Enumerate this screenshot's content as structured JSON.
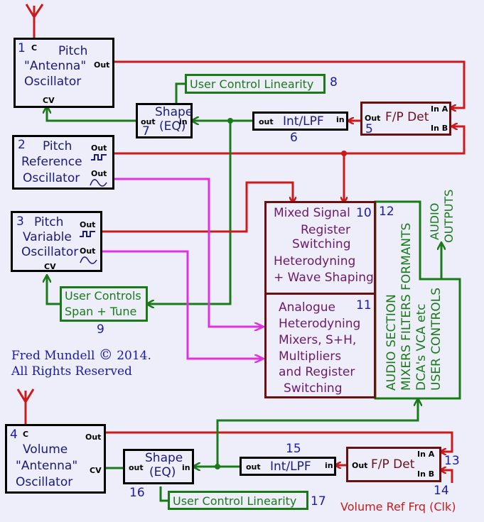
{
  "colors": {
    "background": "#eeeefb",
    "signal_red": "#cc1a1a",
    "control_green": "#1a7a1a",
    "analog_magenta": "#cc33cc",
    "block_maroon": "#6b0f0f",
    "label_navy": "#1a1a7a"
  },
  "blocks": {
    "pitch_antenna_osc": {
      "num": "1",
      "c": "C",
      "lines": [
        "Pitch",
        "\"Antenna\"",
        "Oscillator"
      ],
      "out": "Out",
      "cv": "CV"
    },
    "pitch_ref_osc": {
      "num": "2",
      "lines": [
        "Pitch",
        "Reference",
        "Oscillator"
      ],
      "out_square": "Out",
      "out_sine": "Out"
    },
    "pitch_var_osc": {
      "num": "3",
      "lines": [
        "Pitch",
        "Variable",
        "Oscillator"
      ],
      "out_square": "Out",
      "out_sine": "Out",
      "cv": "CV"
    },
    "volume_antenna_osc": {
      "num": "4",
      "c": "C",
      "lines": [
        "Volume",
        "\"Antenna\"",
        "Oscillator"
      ],
      "out": "Out",
      "cv": "CV"
    },
    "pitch_fp_det": {
      "num": "5",
      "label": "F/P Det",
      "out": "Out",
      "in_a": "In A",
      "in_b": "In B"
    },
    "pitch_int_lpf": {
      "num": "6",
      "label": "Int/LPF",
      "out": "out",
      "in": "in"
    },
    "pitch_shape": {
      "num": "7",
      "lines": [
        "Shape",
        "(EQ)"
      ],
      "out": "out",
      "in": "in"
    },
    "pitch_linearity": {
      "num": "8",
      "label": "User  Control  Linearity"
    },
    "span_tune": {
      "num": "9",
      "lines": [
        "User Controls",
        "Span + Tune"
      ]
    },
    "mixed_signal": {
      "num": "10",
      "lines": [
        "Mixed Signal",
        "Register",
        "Switching",
        "Heterodyning",
        "+ Wave Shaping"
      ]
    },
    "analogue_het": {
      "num": "11",
      "lines": [
        "Analogue",
        "Heterodyning",
        "Mixers, S+H,",
        "Multipliers",
        "and Register",
        "Switching"
      ]
    },
    "audio_section": {
      "num": "12",
      "lines": [
        "AUDIO SECTION",
        "MIXERS  FILTERS  FORMANTS",
        "DCA's  VCA etc",
        "USER CONTROLS"
      ],
      "outputs": [
        "AUDIO",
        "OUTPUTS"
      ]
    },
    "volume_fp_det": {
      "num": "13",
      "label": "F/P Det",
      "out": "Out",
      "in_a": "In A",
      "in_b": "In B"
    },
    "volume_ref": {
      "num": "14",
      "label": "Volume Ref Frq (Clk)"
    },
    "volume_int_lpf": {
      "num": "15",
      "label": "Int/LPF",
      "out": "out",
      "in": "in"
    },
    "volume_shape": {
      "num": "16",
      "lines": [
        "Shape",
        "(EQ)"
      ],
      "out": "out",
      "in": "in"
    },
    "volume_linearity": {
      "num": "17",
      "label": "User  Control  Linearity"
    }
  },
  "copyright": {
    "line1": "Fred Mundell",
    "symbol": "©",
    "year": "2014.",
    "line2": "All Rights Reserved"
  }
}
